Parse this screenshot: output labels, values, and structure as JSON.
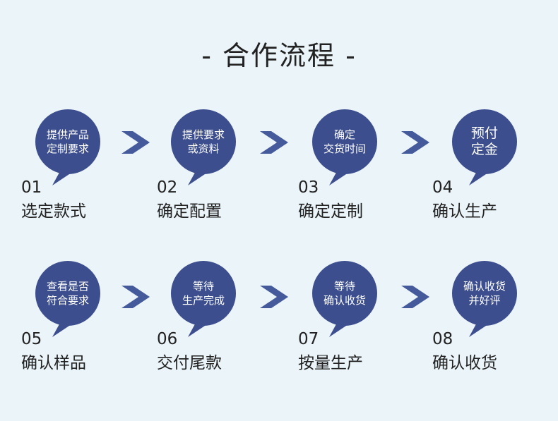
{
  "title": "- 合作流程 -",
  "colors": {
    "bubble": "#3d4e8e",
    "arrow": "#445a9b",
    "background": "#eaf4f9"
  },
  "steps": [
    {
      "num": "01",
      "label": "选定款式",
      "bubble_line1": "提供产品",
      "bubble_line2": "定制要求"
    },
    {
      "num": "02",
      "label": "确定配置",
      "bubble_line1": "提供要求",
      "bubble_line2": "或资料"
    },
    {
      "num": "03",
      "label": "确定定制",
      "bubble_line1": "确定",
      "bubble_line2": "交货时间"
    },
    {
      "num": "04",
      "label": "确认生产",
      "bubble_line1": "预付",
      "bubble_line2": "定金"
    },
    {
      "num": "05",
      "label": "确认样品",
      "bubble_line1": "查看是否",
      "bubble_line2": "符合要求"
    },
    {
      "num": "06",
      "label": "交付尾款",
      "bubble_line1": "等待",
      "bubble_line2": "生产完成"
    },
    {
      "num": "07",
      "label": "按量生产",
      "bubble_line1": "等待",
      "bubble_line2": "确认收货"
    },
    {
      "num": "08",
      "label": "确认收货",
      "bubble_line1": "确认收货",
      "bubble_line2": "并好评"
    }
  ]
}
